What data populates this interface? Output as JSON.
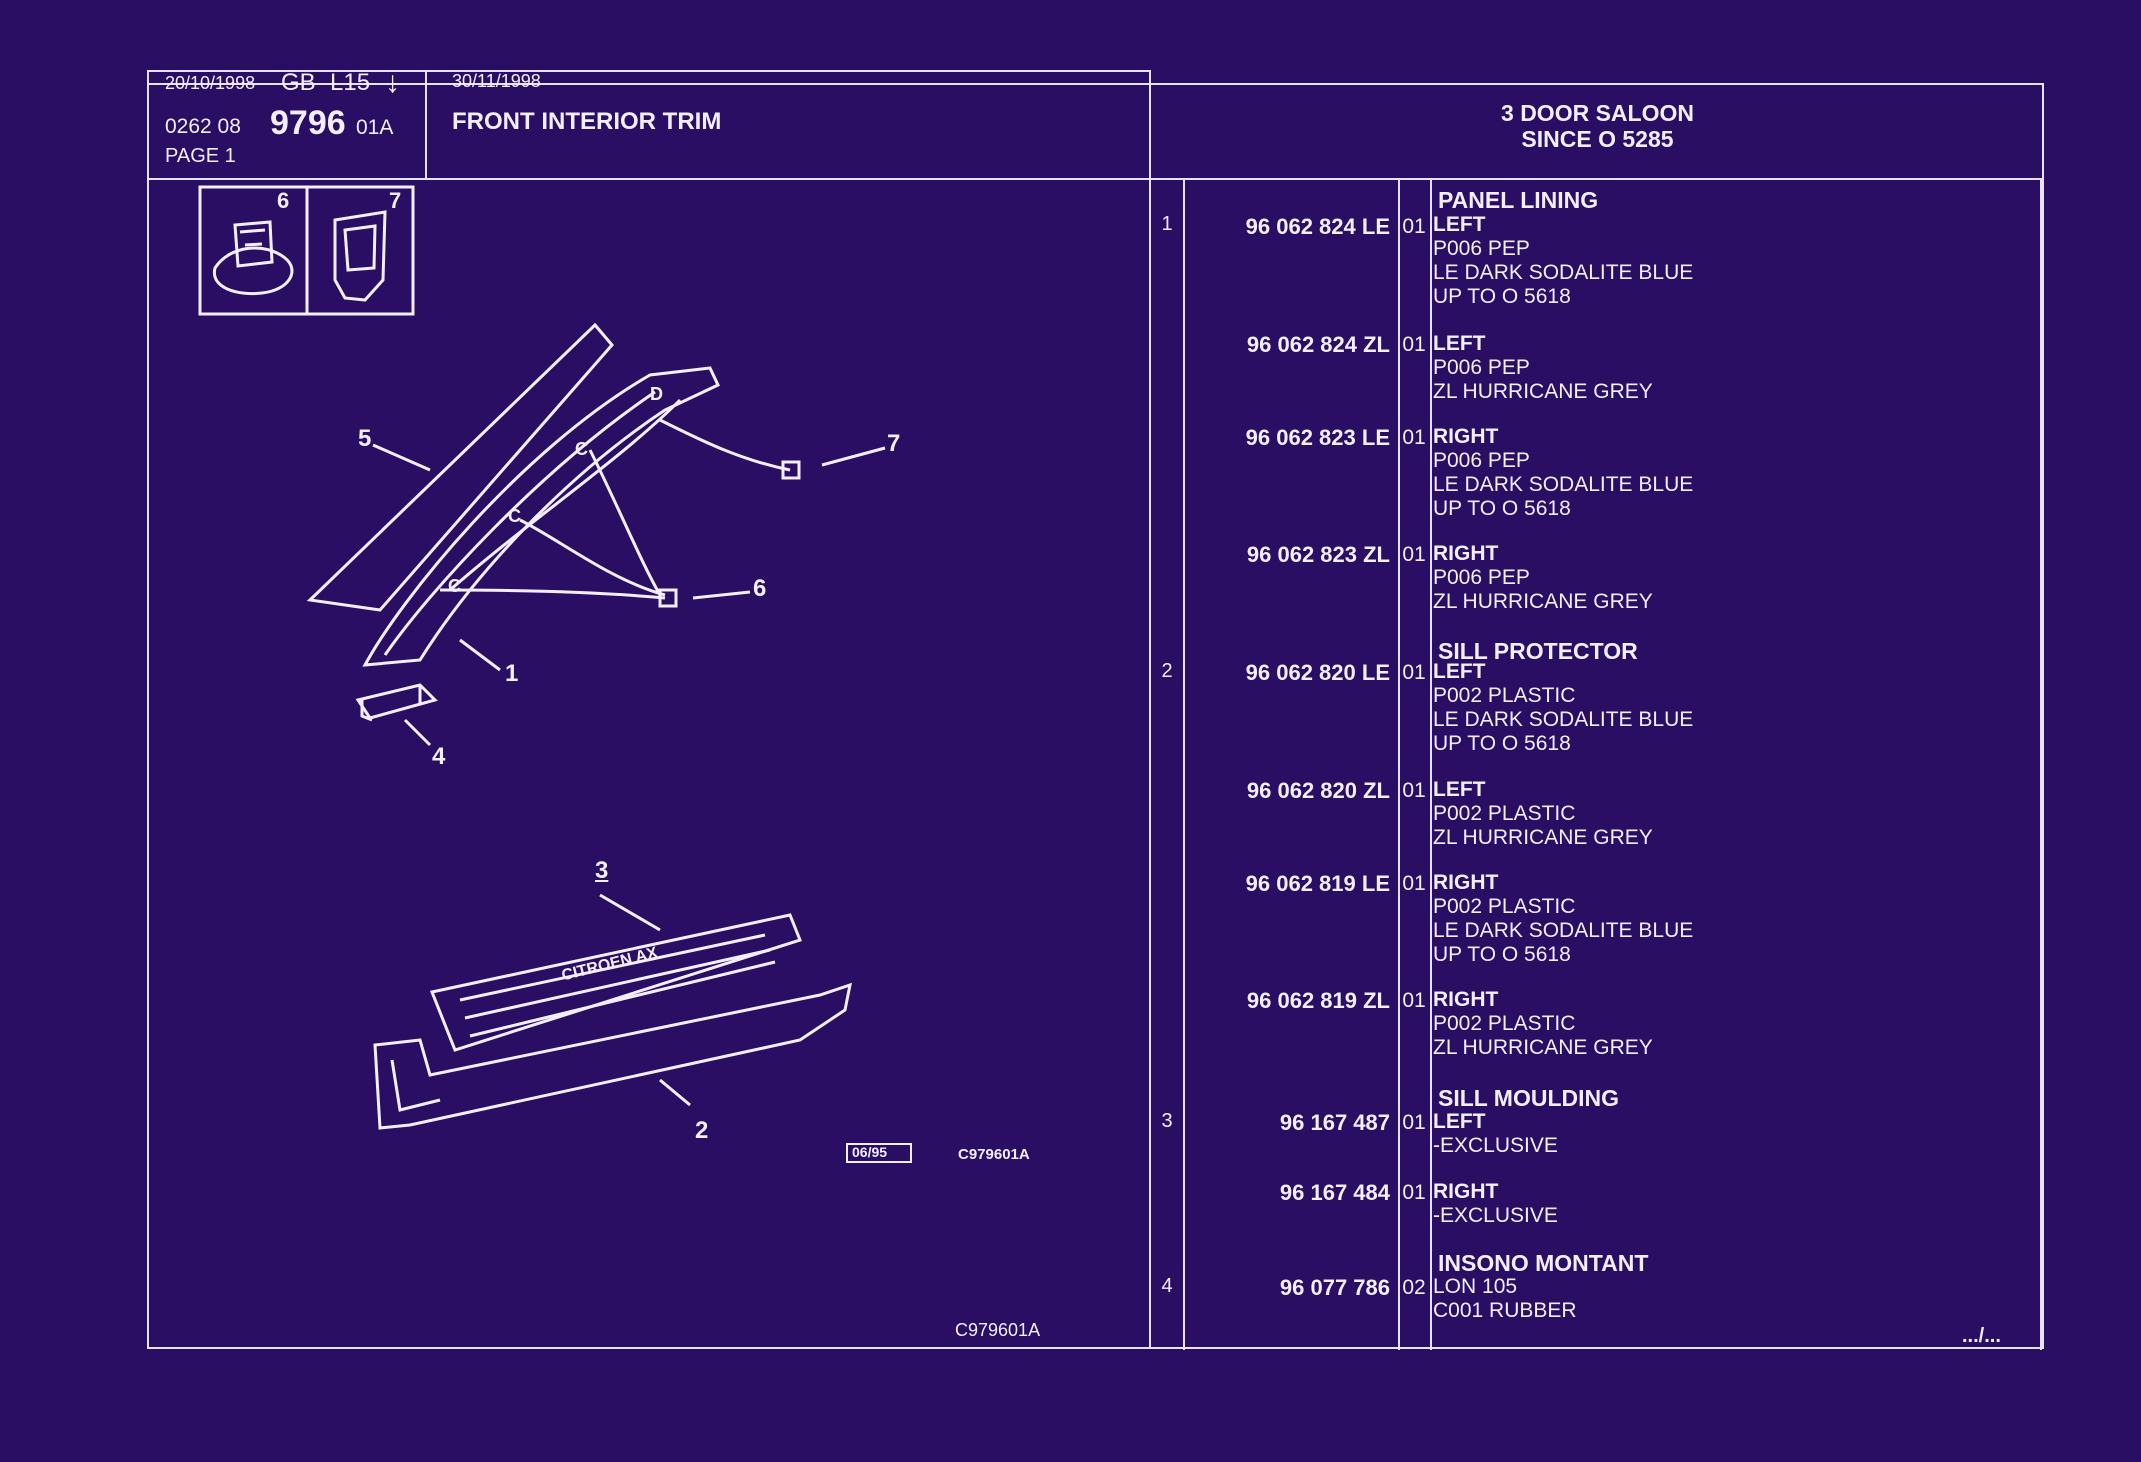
{
  "header": {
    "date_left": "20/10/1998",
    "lang": "GB",
    "code_l": "L15",
    "arrow": "↓",
    "ref_prefix": "0262 08",
    "ref_main": "9796",
    "ref_suffix": "01A",
    "page": "PAGE 1",
    "date_mid": "30/11/1998",
    "title": "FRONT INTERIOR TRIM",
    "model_line1": "3 DOOR SALOON",
    "model_line2": "SINCE O  5285"
  },
  "diagram": {
    "callouts": [
      "6",
      "7",
      "5",
      "7",
      "6",
      "1",
      "4",
      "3",
      "2"
    ],
    "logo_text": "CITROEN AX",
    "date_box": "06/95",
    "code_small": "C979601A",
    "code_bottom": "C979601A"
  },
  "sections": [
    {
      "title": "PANEL LINING",
      "ref": "1"
    },
    {
      "title": "SILL PROTECTOR",
      "ref": "2"
    },
    {
      "title": "SILL MOULDING",
      "ref": "3"
    },
    {
      "title": "INSONO MONTANT",
      "ref": "4"
    }
  ],
  "rows": [
    {
      "pn": "96 062 824 LE",
      "qty": "01",
      "side": "LEFT",
      "l2": "P006 PEP",
      "l3": "LE DARK SODALITE BLUE",
      "l4": "UP TO O 5618"
    },
    {
      "pn": "96 062 824 ZL",
      "qty": "01",
      "side": "LEFT",
      "l2": "P006 PEP",
      "l3": "ZL HURRICANE GREY",
      "l4": ""
    },
    {
      "pn": "96 062 823 LE",
      "qty": "01",
      "side": "RIGHT",
      "l2": "P006 PEP",
      "l3": "LE DARK SODALITE BLUE",
      "l4": "UP TO O 5618"
    },
    {
      "pn": "96 062 823 ZL",
      "qty": "01",
      "side": "RIGHT",
      "l2": "P006 PEP",
      "l3": "ZL HURRICANE GREY",
      "l4": ""
    },
    {
      "pn": "96 062 820 LE",
      "qty": "01",
      "side": "LEFT",
      "l2": "P002 PLASTIC",
      "l3": "LE DARK SODALITE BLUE",
      "l4": "UP TO O 5618"
    },
    {
      "pn": "96 062 820 ZL",
      "qty": "01",
      "side": "LEFT",
      "l2": "P002 PLASTIC",
      "l3": "ZL HURRICANE GREY",
      "l4": ""
    },
    {
      "pn": "96 062 819 LE",
      "qty": "01",
      "side": "RIGHT",
      "l2": "P002 PLASTIC",
      "l3": "LE DARK SODALITE BLUE",
      "l4": "UP TO O 5618"
    },
    {
      "pn": "96 062 819 ZL",
      "qty": "01",
      "side": "RIGHT",
      "l2": "P002 PLASTIC",
      "l3": "ZL HURRICANE GREY",
      "l4": ""
    },
    {
      "pn": "96 167 487",
      "qty": "01",
      "side": "LEFT",
      "l2": "-EXCLUSIVE",
      "l3": "",
      "l4": ""
    },
    {
      "pn": "96 167 484",
      "qty": "01",
      "side": "RIGHT",
      "l2": "-EXCLUSIVE",
      "l3": "",
      "l4": ""
    },
    {
      "pn": "96 077 786",
      "qty": "02",
      "side": "LON 105",
      "l2": "C001 RUBBER",
      "l3": "",
      "l4": ""
    }
  ],
  "footer": {
    "continued": ".../..."
  }
}
